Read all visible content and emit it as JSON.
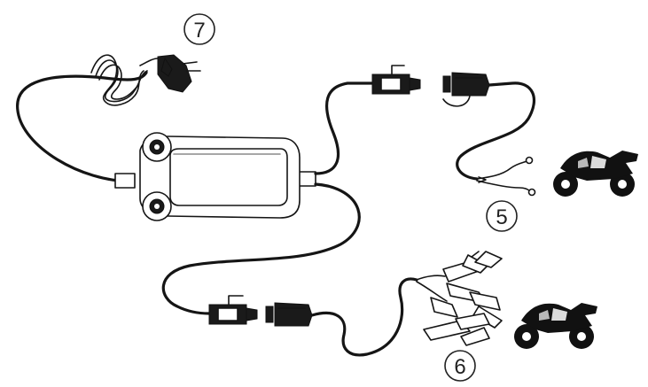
{
  "callouts": {
    "mains_plug": "7",
    "ring_terminal_lead": "5",
    "clamp_lead": "6"
  },
  "icons": [
    "charger-icon",
    "mains-plug-icon",
    "motorcycle-icon",
    "crocodile-clip-icon",
    "ring-terminal-icon",
    "connector-icon"
  ]
}
